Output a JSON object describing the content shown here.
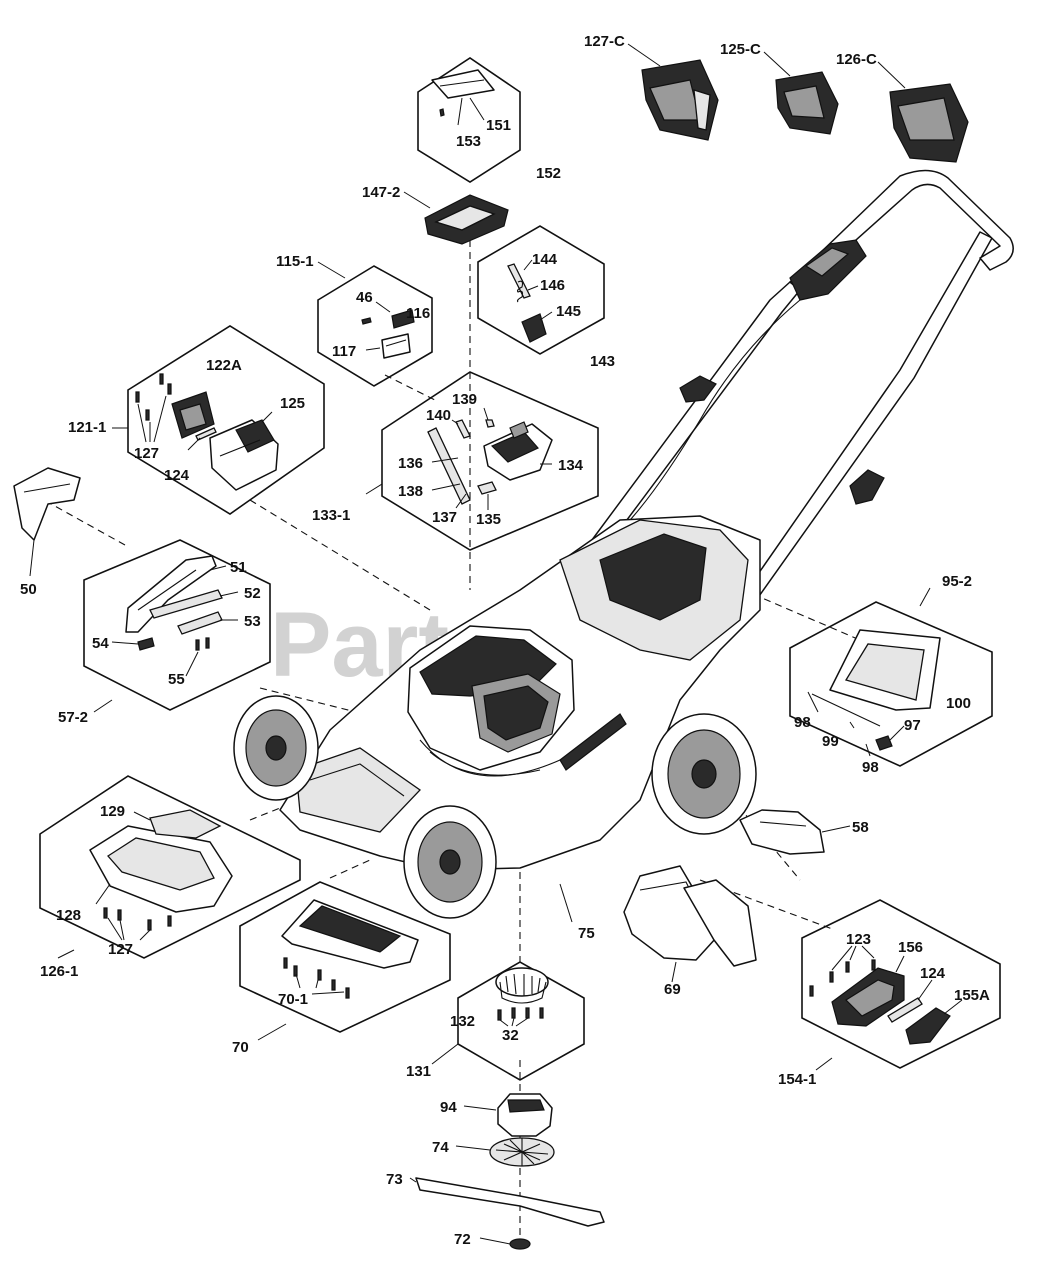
{
  "watermark": "PartsTree",
  "labels": {
    "l127c": "127-C",
    "l125c": "125-C",
    "l126c": "126-C",
    "l151": "151",
    "l153": "153",
    "l152": "152",
    "l1472": "147-2",
    "l1151": "115-1",
    "l46": "46",
    "l116": "116",
    "l117": "117",
    "l144": "144",
    "l146": "146",
    "l145": "145",
    "l143": "143",
    "l122a": "122A",
    "l125": "125",
    "l1211": "121-1",
    "l127a": "127",
    "l124a": "124",
    "l139": "139",
    "l140": "140",
    "l136": "136",
    "l134": "134",
    "l138": "138",
    "l137": "137",
    "l135": "135",
    "l1331": "133-1",
    "l50": "50",
    "l51": "51",
    "l52": "52",
    "l53": "53",
    "l54": "54",
    "l55": "55",
    "l572": "57-2",
    "l952": "95-2",
    "l98a": "98",
    "l100": "100",
    "l99": "99",
    "l97": "97",
    "l98b": "98",
    "l58": "58",
    "l129": "129",
    "l128": "128",
    "l127b": "127",
    "l1261": "126-1",
    "l75": "75",
    "l701": "70-1",
    "l70": "70",
    "l69": "69",
    "l123": "123",
    "l156": "156",
    "l124b": "124",
    "l155a": "155A",
    "l1541": "154-1",
    "l132": "132",
    "l32": "32",
    "l131": "131",
    "l94": "94",
    "l74": "74",
    "l73": "73",
    "l72": "72"
  }
}
